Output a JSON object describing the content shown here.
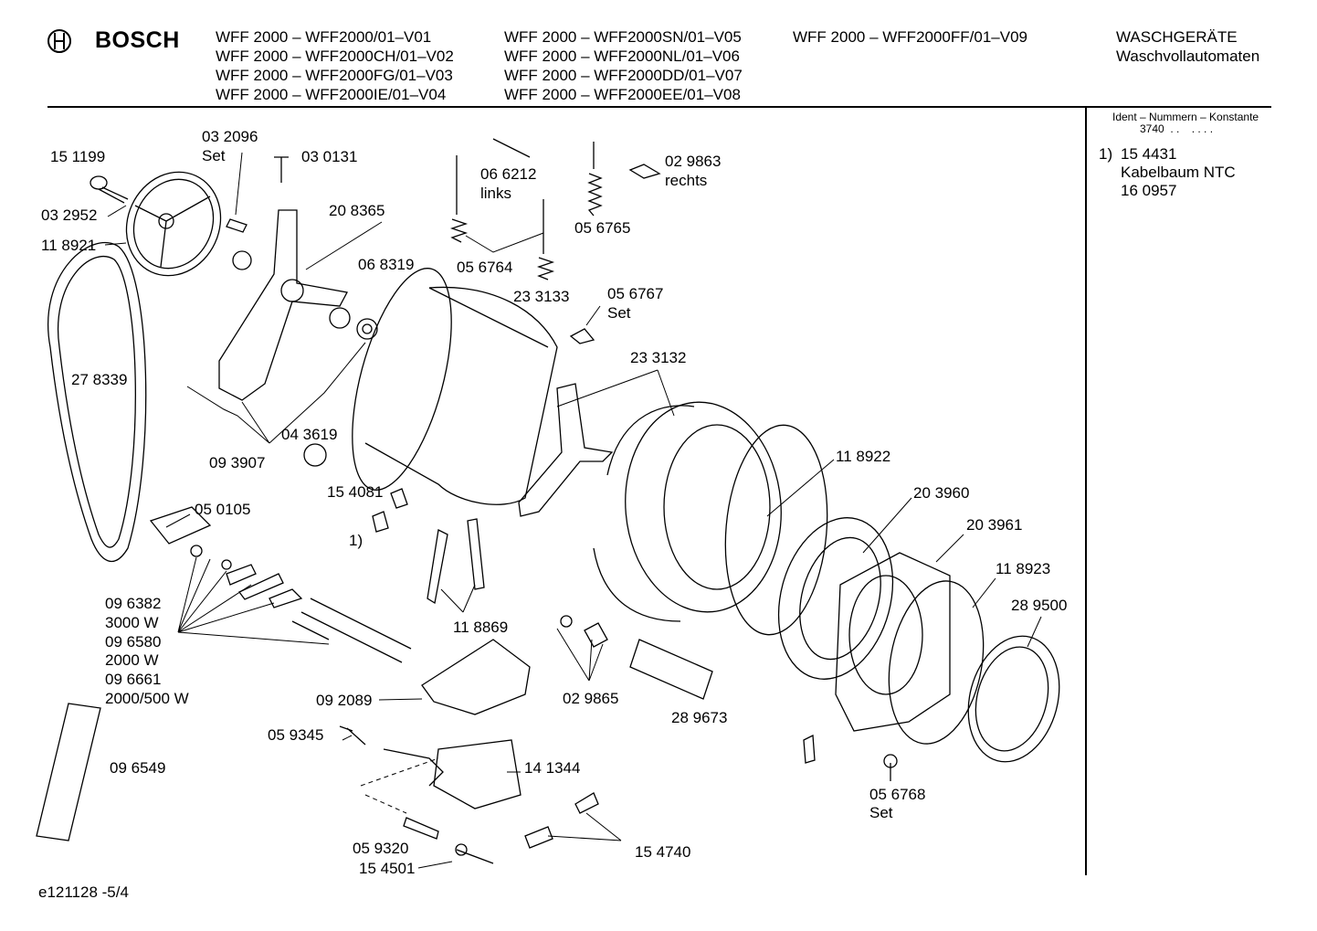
{
  "header": {
    "brand": "BOSCH",
    "models_col1": [
      "WFF 2000 – WFF2000/01–V01",
      "WFF 2000 – WFF2000CH/01–V02",
      "WFF 2000 – WFF2000FG/01–V03",
      "WFF 2000 – WFF2000IE/01–V04"
    ],
    "models_col2": [
      "WFF 2000 – WFF2000SN/01–V05",
      "WFF 2000 – WFF2000NL/01–V06",
      "WFF 2000 – WFF2000DD/01–V07",
      "WFF 2000 – WFF2000EE/01–V08"
    ],
    "models_col3": [
      "WFF 2000 – WFF2000FF/01–V09"
    ],
    "category": "WASCHGERÄTE",
    "subcategory": "Waschvollautomaten"
  },
  "sidebar": {
    "ident_title": "Ident – Nummern – Konstante",
    "ident_value": "3740  . .    . . . .",
    "note_marker": "1)",
    "note_lines": [
      "15 4431",
      "Kabelbaum NTC",
      "16 0957"
    ]
  },
  "labels": [
    "03 2096",
    "Set",
    "15 1199",
    "03 0131",
    "20 8365",
    "03 2952",
    "11 8921",
    "06 6212",
    "links",
    "02 9863",
    "rechts",
    "05 6765",
    "05 6764",
    "06 8319",
    "23 3133",
    "05 6767",
    "Set",
    "27 8339",
    "23 3132",
    "04 3619",
    "09 3907",
    "11 8922",
    "15 4081",
    "1)",
    "05 0105",
    "20 3960",
    "20 3961",
    "11 8923",
    "28 9500",
    "09 6382",
    "3000 W",
    "09 6580",
    "2000 W",
    "09 6661",
    "2000/500 W",
    "11 8869",
    "02 9865",
    "28 9673",
    "09 2089",
    "05 9345",
    "14 1344",
    "09 6549",
    "05 6768",
    "Set",
    "05 9320",
    "15 4501",
    "15 4740"
  ],
  "footer": {
    "code": "e121128 -5/4"
  }
}
